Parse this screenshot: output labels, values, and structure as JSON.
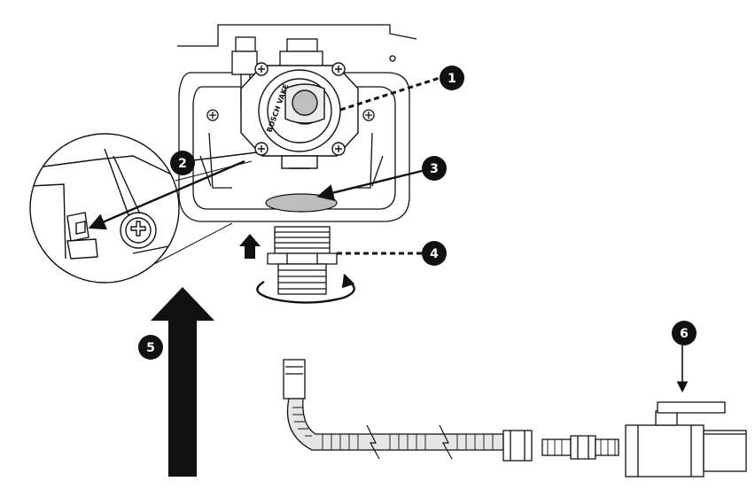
{
  "diagram": {
    "callouts": [
      {
        "id": "1",
        "label": "1"
      },
      {
        "id": "2",
        "label": "2"
      },
      {
        "id": "3",
        "label": "3"
      },
      {
        "id": "4",
        "label": "4"
      },
      {
        "id": "5",
        "label": "5"
      },
      {
        "id": "6",
        "label": "6"
      }
    ],
    "valve_text": "BOSCH VAKE",
    "colors": {
      "ink": "#111111",
      "seal": "#bdbdbd",
      "callout_bg": "#111111",
      "callout_text": "#ffffff"
    }
  }
}
